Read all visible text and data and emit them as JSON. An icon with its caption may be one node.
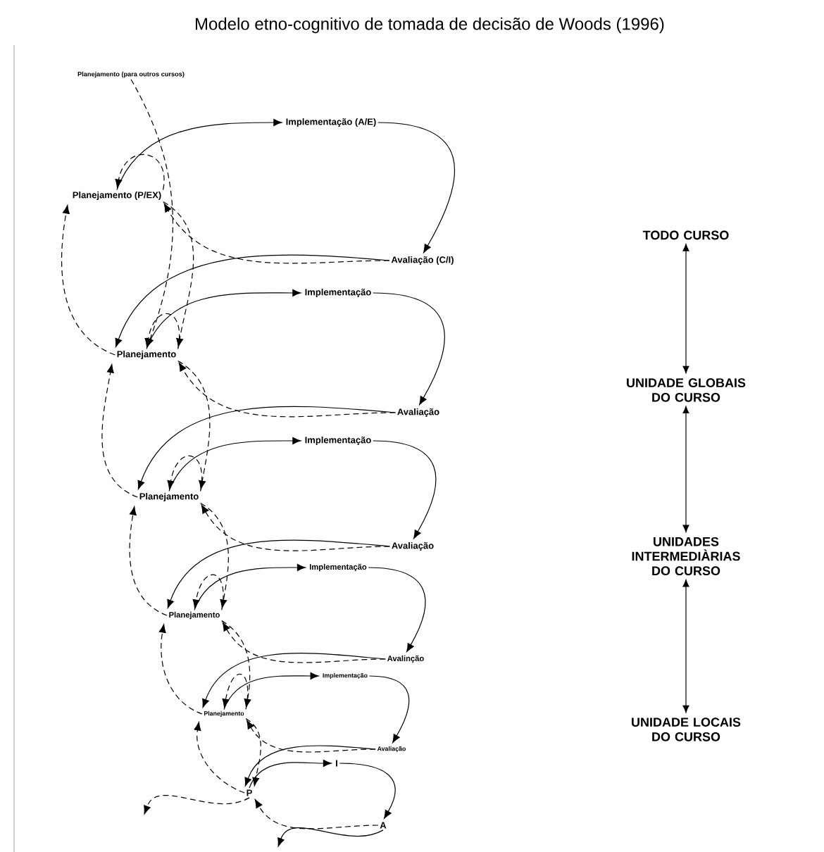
{
  "diagram": {
    "title": "Modelo etno-cognitivo de tomada de decisão de Woods (1996)",
    "nodes": [
      {
        "text": [
          "Planejamento (para outros cursos)"
        ]
      },
      {
        "text": [
          "Implementação (A/E)"
        ]
      },
      {
        "text": [
          "Planejamento (P/EX)"
        ]
      },
      {
        "text": [
          "Avaliação (C/I)"
        ]
      },
      {
        "text": [
          "Implementação"
        ]
      },
      {
        "text": [
          "Planejamento"
        ]
      },
      {
        "text": [
          "Avaliação"
        ]
      },
      {
        "text": [
          "Implementação"
        ]
      },
      {
        "text": [
          "Planejamento"
        ]
      },
      {
        "text": [
          "Avaliação"
        ]
      },
      {
        "text": [
          "Implementação"
        ]
      },
      {
        "text": [
          "Planejamento"
        ]
      },
      {
        "text": [
          "Avalinção"
        ]
      },
      {
        "text": [
          "Implementação"
        ]
      },
      {
        "text": [
          "Planejamento"
        ]
      },
      {
        "text": [
          "Avaliação"
        ]
      },
      {
        "text": [
          "I"
        ]
      },
      {
        "text": [
          "P"
        ]
      },
      {
        "text": [
          "A"
        ]
      },
      {
        "text": [
          "TODO CURSO"
        ]
      },
      {
        "text": [
          "UNIDADE GLOBAIS DO CURSO"
        ]
      },
      {
        "text": [
          "UNIDADES INTERMEDIÀRIAS DO CURSO"
        ]
      },
      {
        "text": [
          "UNIDADE LOCAIS DO CURSO"
        ]
      }
    ],
    "edges": [
      {
        "from": 0,
        "to": 5,
        "arrow": "to",
        "style": "dashed"
      },
      {
        "from": 2,
        "to": 1,
        "arrow": "to"
      },
      {
        "from": 1,
        "to": 3,
        "arrow": "to"
      },
      {
        "from": 3,
        "to": 2,
        "arrow": "to",
        "style": "dashed"
      },
      {
        "from": 2,
        "to": 2,
        "arrow": "to",
        "style": "dashed"
      },
      {
        "from": 3,
        "to": 5,
        "arrow": "to"
      },
      {
        "from": 2,
        "to": 5,
        "arrow": "to",
        "style": "dashed"
      },
      {
        "from": 5,
        "to": 2,
        "arrow": "to",
        "style": "dashed"
      },
      {
        "from": 5,
        "to": 4,
        "arrow": "to"
      },
      {
        "from": 4,
        "to": 6,
        "arrow": "to"
      },
      {
        "from": 6,
        "to": 5,
        "arrow": "to",
        "style": "dashed"
      },
      {
        "from": 5,
        "to": 5,
        "arrow": "to",
        "style": "dashed"
      },
      {
        "from": 6,
        "to": 8,
        "arrow": "to"
      },
      {
        "from": 5,
        "to": 8,
        "arrow": "to",
        "style": "dashed"
      },
      {
        "from": 8,
        "to": 5,
        "arrow": "to",
        "style": "dashed"
      },
      {
        "from": 8,
        "to": 7,
        "arrow": "to"
      },
      {
        "from": 7,
        "to": 9,
        "arrow": "to"
      },
      {
        "from": 9,
        "to": 8,
        "arrow": "to",
        "style": "dashed"
      },
      {
        "from": 8,
        "to": 8,
        "arrow": "to",
        "style": "dashed"
      },
      {
        "from": 9,
        "to": 11,
        "arrow": "to"
      },
      {
        "from": 8,
        "to": 11,
        "arrow": "to",
        "style": "dashed"
      },
      {
        "from": 11,
        "to": 8,
        "arrow": "to",
        "style": "dashed"
      },
      {
        "from": 11,
        "to": 10,
        "arrow": "to"
      },
      {
        "from": 10,
        "to": 12,
        "arrow": "to"
      },
      {
        "from": 12,
        "to": 11,
        "arrow": "to",
        "style": "dashed"
      },
      {
        "from": 11,
        "to": 11,
        "arrow": "to",
        "style": "dashed"
      },
      {
        "from": 12,
        "to": 14,
        "arrow": "to"
      },
      {
        "from": 11,
        "to": 14,
        "arrow": "to",
        "style": "dashed"
      },
      {
        "from": 14,
        "to": 11,
        "arrow": "to",
        "style": "dashed"
      },
      {
        "from": 14,
        "to": 13,
        "arrow": "to"
      },
      {
        "from": 13,
        "to": 15,
        "arrow": "to"
      },
      {
        "from": 15,
        "to": 14,
        "arrow": "to",
        "style": "dashed"
      },
      {
        "from": 14,
        "to": 14,
        "arrow": "to",
        "style": "dashed"
      },
      {
        "from": 15,
        "to": 17,
        "arrow": "to"
      },
      {
        "from": 14,
        "to": 17,
        "arrow": "to",
        "style": "dashed"
      },
      {
        "from": 17,
        "to": 14,
        "arrow": "to",
        "style": "dashed"
      },
      {
        "from": 17,
        "to": 16,
        "arrow": "to"
      },
      {
        "from": 16,
        "to": 18,
        "arrow": "to"
      },
      {
        "from": 18,
        "to": 17,
        "arrow": "to",
        "style": "dashed"
      },
      {
        "from": 18,
        "to": null,
        "arrow": "to"
      },
      {
        "from": 17,
        "to": null,
        "arrow": "to",
        "style": "dashed"
      },
      {
        "from": 19,
        "to": 20,
        "arrow": "both"
      },
      {
        "from": 20,
        "to": 21,
        "arrow": "both"
      },
      {
        "from": 21,
        "to": 22,
        "arrow": "both"
      }
    ]
  }
}
